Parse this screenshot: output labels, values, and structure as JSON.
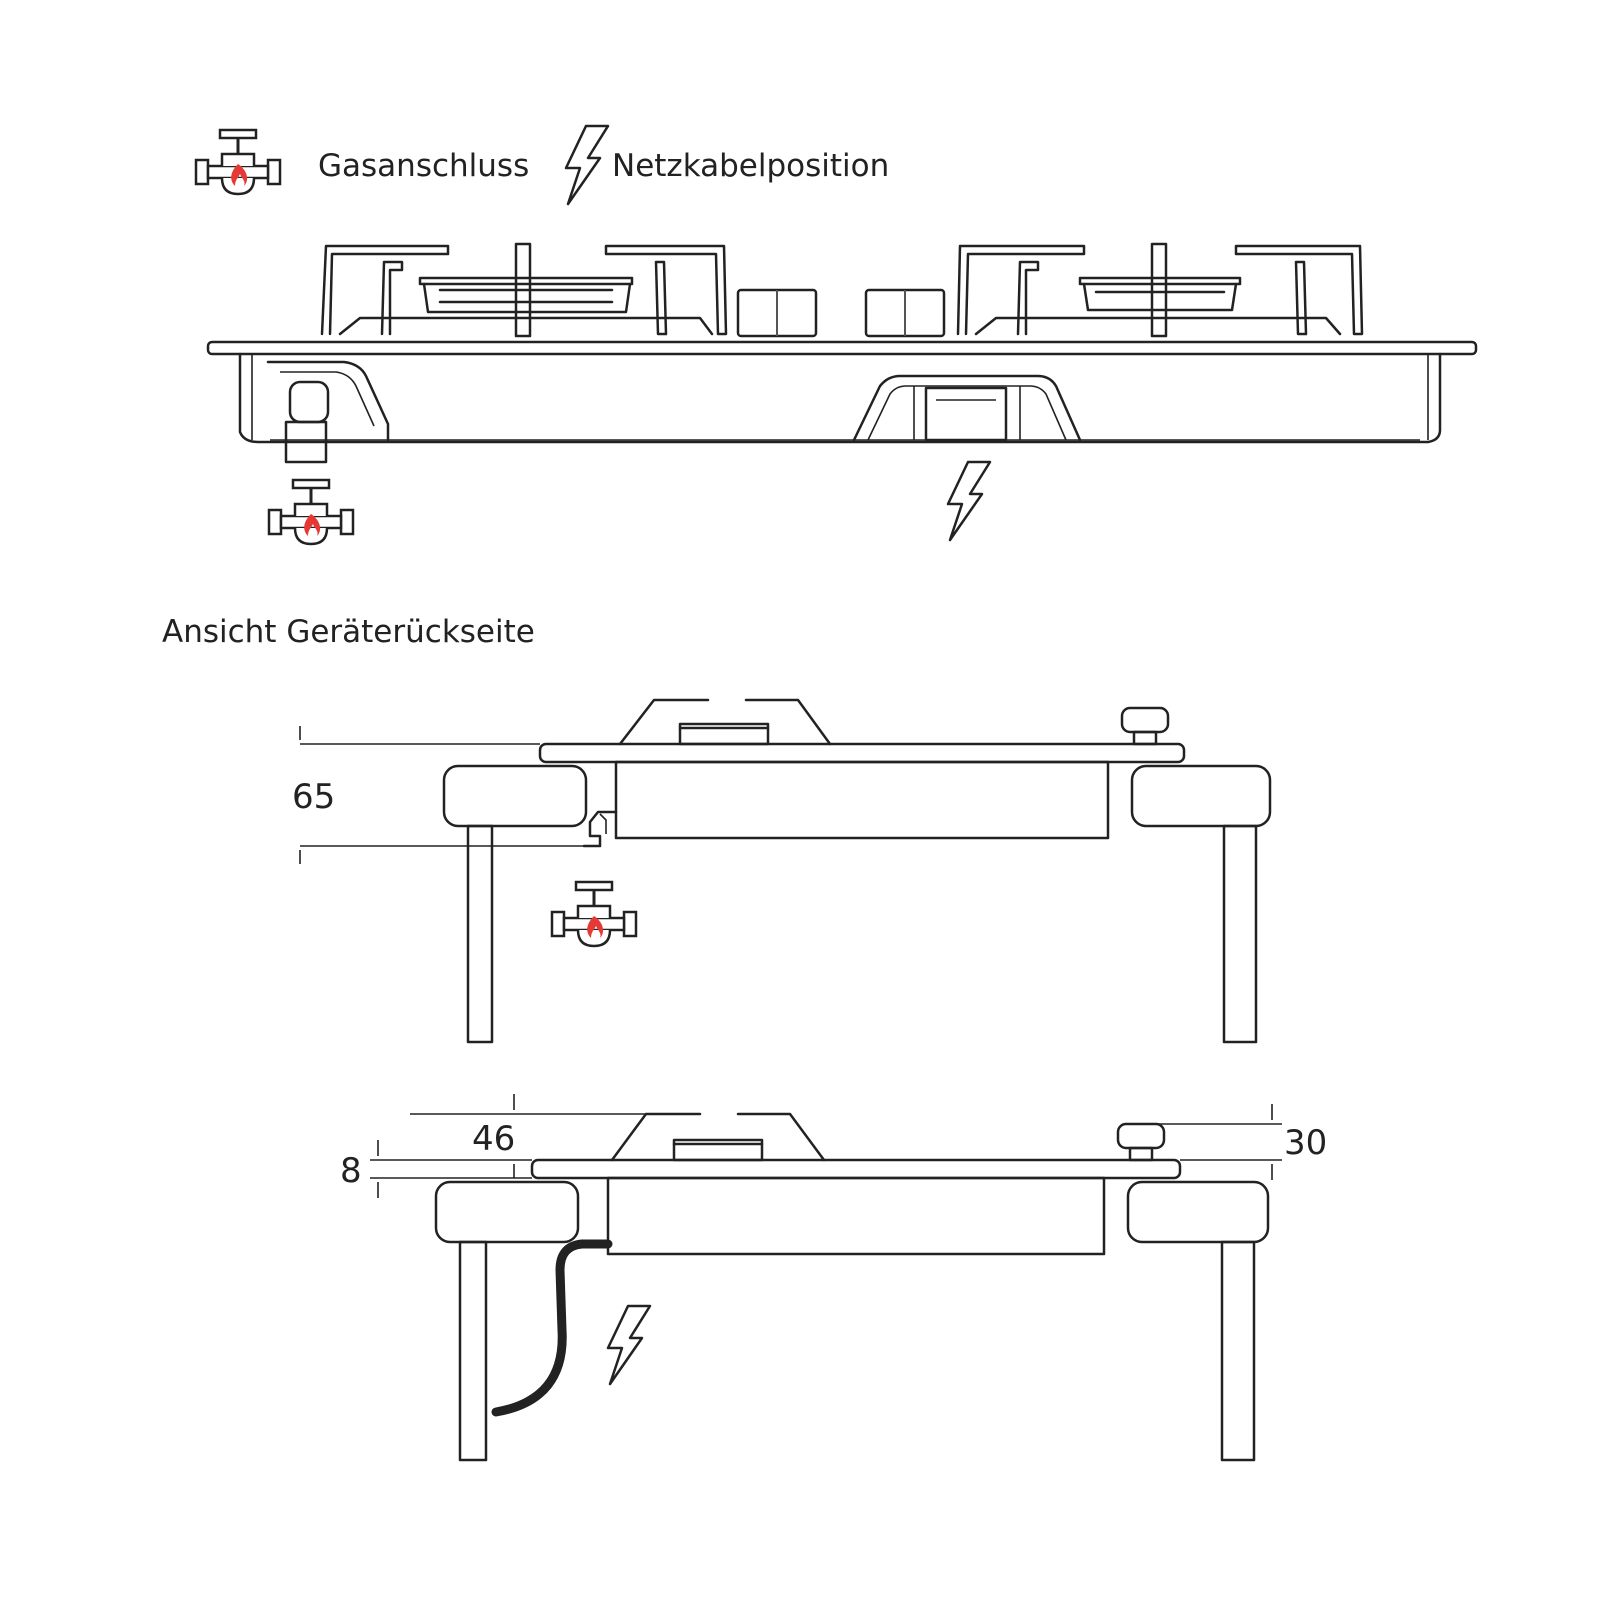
{
  "legend": {
    "gas_label": "Gasanschluss",
    "power_label": "Netzkabelposition",
    "gas_icon": "gas-valve-icon",
    "power_icon": "lightning-bolt-icon"
  },
  "rear_view": {
    "title": "Ansicht Geräterückseite"
  },
  "dimensions": {
    "height_gas": "65",
    "height_top": "46",
    "glass_thickness": "8",
    "knob_height": "30"
  },
  "colors": {
    "line": "#222222",
    "flame": "#e53935",
    "background": "#ffffff"
  }
}
